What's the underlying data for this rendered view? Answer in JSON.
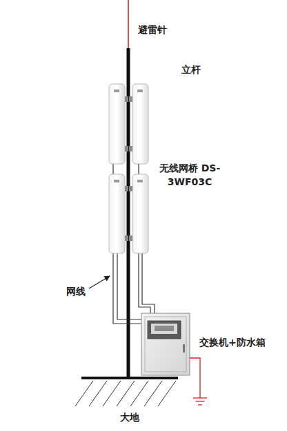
{
  "diagram": {
    "nodes": [
      {
        "text": [
          "交换机+防水箱"
        ]
      }
    ],
    "labels": [
      "避雷针",
      "立杆",
      "无线网桥 DS-3WF03C",
      "网线",
      "大地"
    ]
  }
}
